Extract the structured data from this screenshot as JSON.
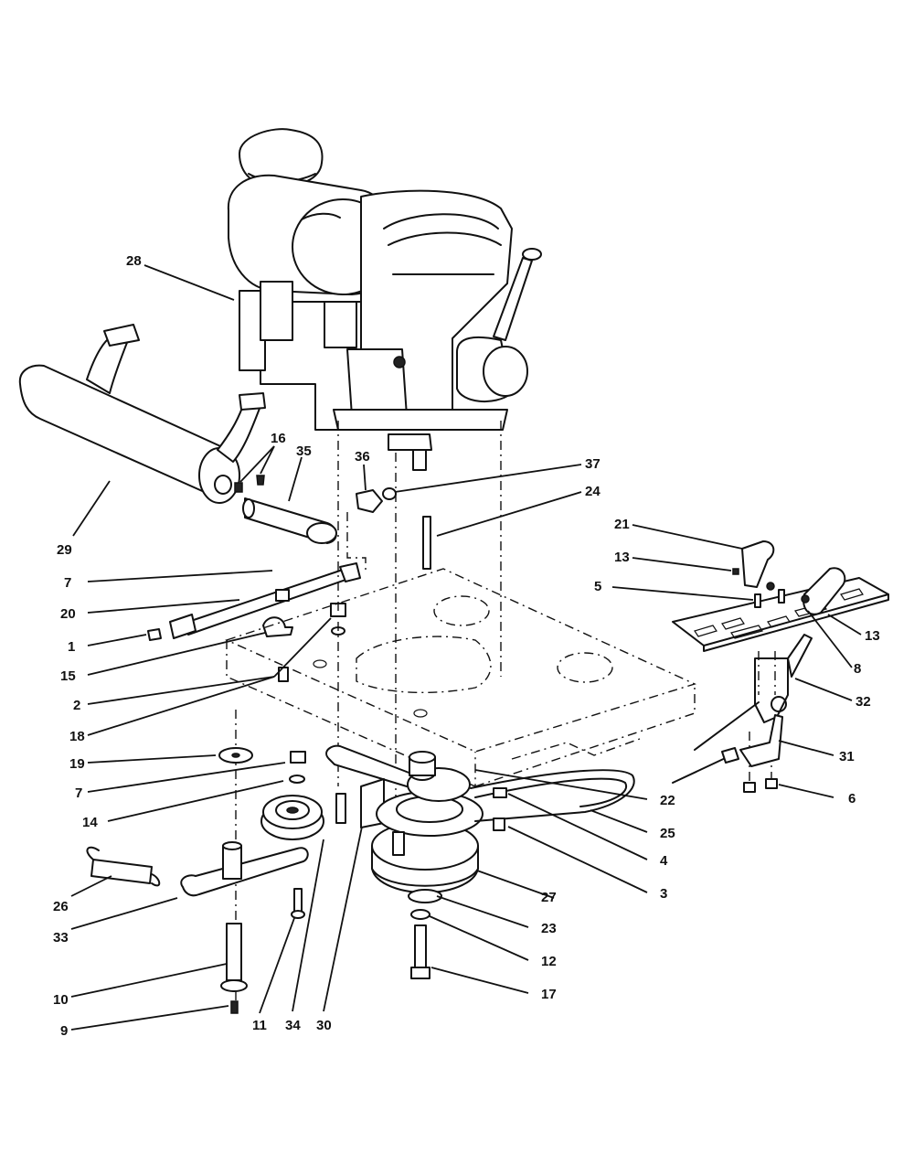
{
  "diagram": {
    "callouts": [
      {
        "id": "c28",
        "label": "28"
      },
      {
        "id": "c29",
        "label": "29"
      },
      {
        "id": "c16",
        "label": "16"
      },
      {
        "id": "c35",
        "label": "35"
      },
      {
        "id": "c36",
        "label": "36"
      },
      {
        "id": "c37",
        "label": "37"
      },
      {
        "id": "c24",
        "label": "24"
      },
      {
        "id": "c21",
        "label": "21"
      },
      {
        "id": "c13a",
        "label": "13"
      },
      {
        "id": "c5",
        "label": "5"
      },
      {
        "id": "c13b",
        "label": "13"
      },
      {
        "id": "c8",
        "label": "8"
      },
      {
        "id": "c32",
        "label": "32"
      },
      {
        "id": "c31",
        "label": "31"
      },
      {
        "id": "c6",
        "label": "6"
      },
      {
        "id": "c7a",
        "label": "7"
      },
      {
        "id": "c20",
        "label": "20"
      },
      {
        "id": "c1",
        "label": "1"
      },
      {
        "id": "c15",
        "label": "15"
      },
      {
        "id": "c2",
        "label": "2"
      },
      {
        "id": "c18",
        "label": "18"
      },
      {
        "id": "c19",
        "label": "19"
      },
      {
        "id": "c7b",
        "label": "7"
      },
      {
        "id": "c14",
        "label": "14"
      },
      {
        "id": "c22",
        "label": "22"
      },
      {
        "id": "c25",
        "label": "25"
      },
      {
        "id": "c4",
        "label": "4"
      },
      {
        "id": "c3",
        "label": "3"
      },
      {
        "id": "c27",
        "label": "27"
      },
      {
        "id": "c23",
        "label": "23"
      },
      {
        "id": "c12",
        "label": "12"
      },
      {
        "id": "c17",
        "label": "17"
      },
      {
        "id": "c26",
        "label": "26"
      },
      {
        "id": "c33",
        "label": "33"
      },
      {
        "id": "c10",
        "label": "10"
      },
      {
        "id": "c9",
        "label": "9"
      },
      {
        "id": "c11",
        "label": "11"
      },
      {
        "id": "c34",
        "label": "34"
      },
      {
        "id": "c30",
        "label": "30"
      }
    ]
  }
}
